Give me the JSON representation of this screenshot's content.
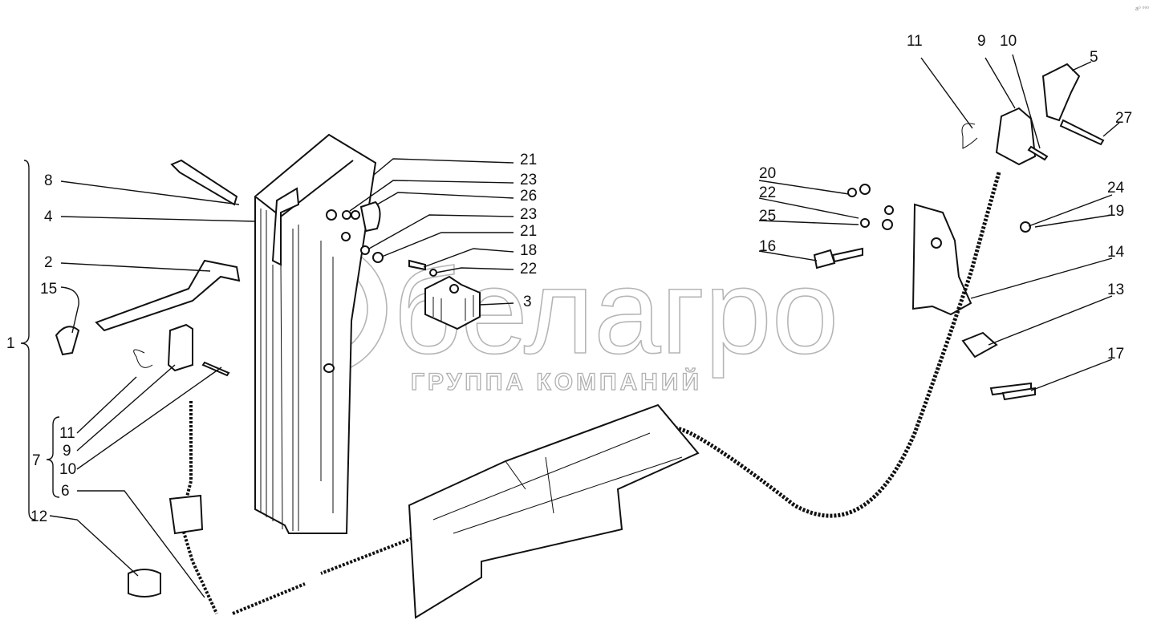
{
  "watermark": {
    "brand": "белагро",
    "subtitle": "ГРУППА КОМПАНИЙ"
  },
  "corner_mark": "a⁰ ⁰⁰⁰",
  "callouts": {
    "left": {
      "c8": "8",
      "c4": "4",
      "c2": "2",
      "c15": "15",
      "c1": "1",
      "c11": "11",
      "c9": "9",
      "c7": "7",
      "c10": "10",
      "c6": "6",
      "c12": "12"
    },
    "center": {
      "c21a": "21",
      "c23a": "23",
      "c26": "26",
      "c23b": "23",
      "c21b": "21",
      "c18": "18",
      "c22": "22",
      "c3": "3"
    },
    "right": {
      "c11": "11",
      "c9": "9",
      "c10": "10",
      "c5": "5",
      "c27": "27",
      "c20": "20",
      "c22": "22",
      "c25": "25",
      "c16": "16",
      "c24": "24",
      "c19": "19",
      "c14": "14",
      "c13": "13",
      "c17": "17"
    }
  }
}
